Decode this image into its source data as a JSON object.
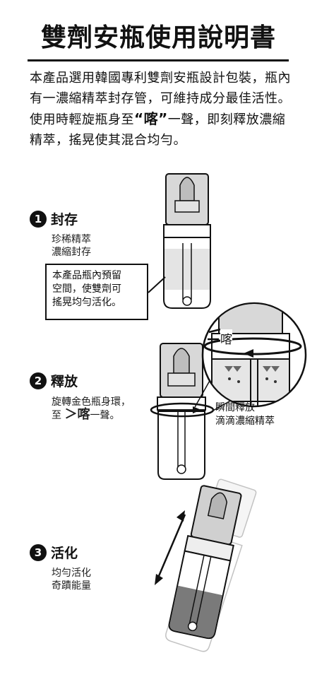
{
  "title": "雙劑安瓶使用說明書",
  "intro": {
    "text_before": "本產品選用韓國專利雙劑安瓶設計包裝，瓶內有一濃縮精萃封存管，可維持成分最佳活性。使用時輕旋瓶身至",
    "kaching": "“喀”",
    "text_after": "一聲，即刻釋放濃縮精萃，搖晃使其混合均勻。"
  },
  "steps": [
    {
      "num": "1",
      "label": "封存",
      "desc": [
        "珍稀精萃",
        "濃縮封存"
      ]
    },
    {
      "num": "2",
      "label": "釋放",
      "desc_line1": "旋轉金色瓶身環，",
      "desc_prefix": "至",
      "desc_arrow": "＞",
      "desc_k": "喀",
      "desc_suffix": "一聲。"
    },
    {
      "num": "3",
      "label": "活化",
      "desc": [
        "均勻活化",
        "奇蹟能量"
      ]
    }
  ],
  "note_box": [
    "本產品瓶內預留",
    "空間，使雙劑可",
    "搖晃均勻活化。"
  ],
  "zoom_label": "喀",
  "release_note": [
    "瞬間釋放",
    "滴滴濃縮精萃"
  ],
  "colors": {
    "ink": "#111111",
    "gray_bottle": "#d6d6d6",
    "dark_gray": "#9a9a9a",
    "liquid": "#7a7a7a"
  }
}
